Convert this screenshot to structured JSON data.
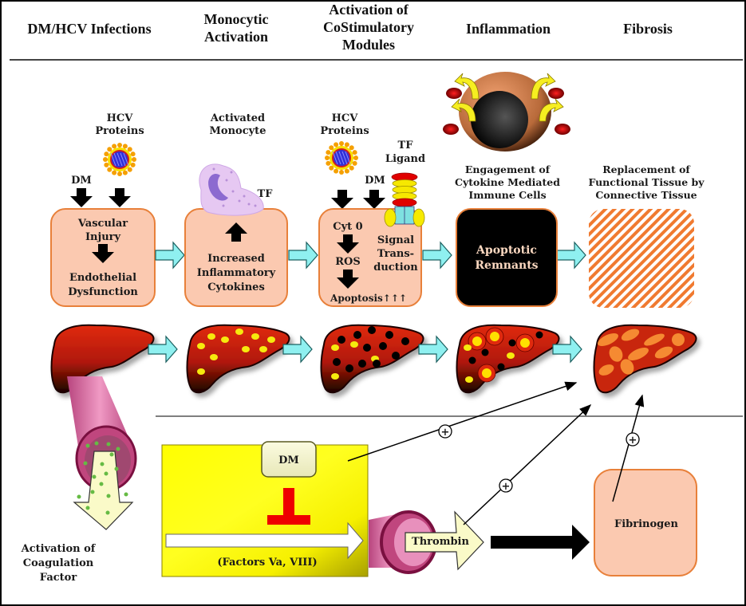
{
  "stages": [
    {
      "id": "dm-hcv",
      "title_lines": [
        "DM/HCV Infections"
      ]
    },
    {
      "id": "monocytic",
      "title_lines": [
        "Monocytic",
        "Activation"
      ]
    },
    {
      "id": "costim",
      "title_lines": [
        "Activation of",
        "CoStimulatory",
        "Modules"
      ]
    },
    {
      "id": "inflammation",
      "title_lines": [
        "Inflammation"
      ]
    },
    {
      "id": "fibrosis",
      "title_lines": [
        "Fibrosis"
      ]
    }
  ],
  "stage1": {
    "hcv_label": [
      "HCV",
      "Proteins"
    ],
    "dm_label": "DM",
    "box_top": [
      "Vascular",
      "Injury"
    ],
    "box_bottom": [
      "Endothelial",
      "Dysfunction"
    ]
  },
  "stage2": {
    "caption": [
      "Activated",
      "Monocyte"
    ],
    "tf_label": "TF",
    "box_text": [
      "Increased",
      "Inflammatory",
      "Cytokines"
    ]
  },
  "stage3": {
    "hcv_label": [
      "HCV",
      "Proteins"
    ],
    "tf_ligand_label": [
      "TF",
      "Ligand"
    ],
    "dm_label": "DM",
    "cyt": "Cyt 0",
    "ros": "ROS",
    "apoptosis": "Apoptosis↑↑↑",
    "signal": [
      "Signal",
      "Trans-",
      "duction"
    ]
  },
  "stage4": {
    "caption": [
      "Engagement of",
      "Cytokine Mediated",
      "Immune Cells"
    ],
    "box_text": [
      "Apoptotic",
      "Remnants"
    ]
  },
  "stage5": {
    "caption": [
      "Replacement of",
      "Functional Tissue by",
      "Connective Tissue"
    ]
  },
  "coagulation": {
    "caption": [
      "Activation of",
      "Coagulation",
      "Factor"
    ],
    "dm_label": "DM",
    "factors_label": "(Factors Va, VIII)",
    "thrombin_label": "Thrombin",
    "fibrinogen_label": "Fibrinogen",
    "plus_symbol": "+"
  },
  "colors": {
    "box_fill": "#fbc9b0",
    "box_stroke": "#e8803a",
    "arrow_cyan": "#8ff0f0",
    "liver_red": "#c81e08",
    "yellow_panel": "#ffff00",
    "inhibit_red": "#ee0000",
    "apoptotic_box": "#000000"
  }
}
